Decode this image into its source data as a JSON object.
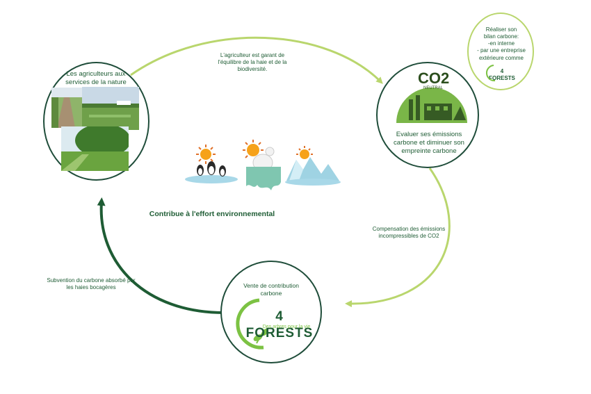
{
  "farmers": {
    "title": "Les agriculteurs aux services de la nature"
  },
  "co2": {
    "logo_main": "CO2",
    "logo_sub": "NEUTRAL",
    "caption": "Evaluer ses émissions carbone et diminuer son empreinte carbone"
  },
  "bilan": {
    "line1": "Réaliser son",
    "line2": "bilan carbone:",
    "line3": "-en interne",
    "line4": "- par une entreprise",
    "line5": "extérieure  comme",
    "logo_text": "4 FORESTS"
  },
  "forests": {
    "title": "Vente de contribution carbone",
    "logo_text": "4 FORESTS",
    "tagline": "Des arbres pour la vie"
  },
  "arrows": {
    "top_label": "L'agriculteur est garant de l'équilibre de la haie et de la biodiversité.",
    "right_label": "Compensation des émissions incompressibles de CO2",
    "left_label": "Subvention du carbone absorbé par les haies bocagères"
  },
  "center": {
    "caption": "Contribue à l'effort environnemental"
  },
  "colors": {
    "dark_green": "#1e5c34",
    "circle_border": "#1f4d3a",
    "light_green": "#b9d66d",
    "leaf_green": "#7cc243",
    "co2_green": "#7ab648",
    "ice_blue": "#a8d8e8"
  }
}
